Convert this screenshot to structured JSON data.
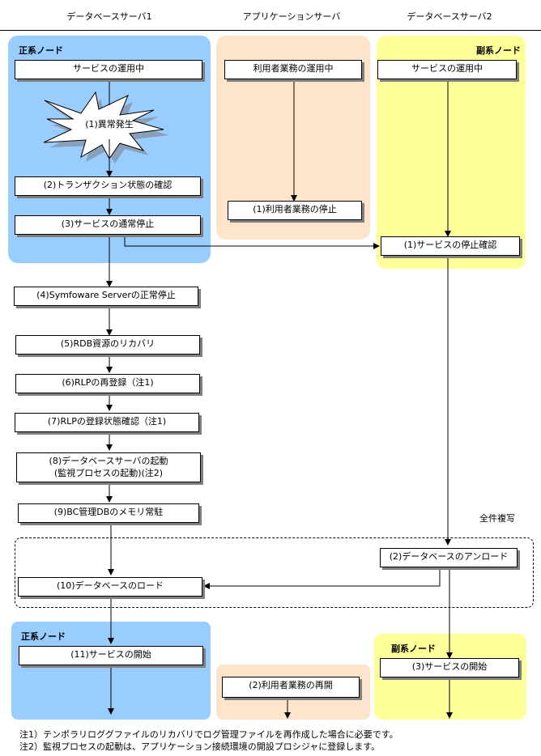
{
  "columns": {
    "db1": "データベースサーバ1",
    "app": "アプリケーションサーバ",
    "db2": "データベースサーバ2"
  },
  "panels": {
    "primary_top": "正系ノード",
    "secondary_top": "副系ノード",
    "primary_bottom": "正系ノード",
    "secondary_bottom": "副系ノード"
  },
  "db1_steps": {
    "running": "サービスの運用中",
    "s1": "(1)異常発生",
    "s2": "(2)トランザクション状態の確認",
    "s3": "(3)サービスの通常停止",
    "s4": "(4)Symfoware Serverの正常停止",
    "s5": "(5)RDB資源のリカバリ",
    "s6": "(6)RLPの再登録（注1)",
    "s7": "(7)RLPの登録状態確認（注1)",
    "s8_line1": "(8)データベースサーバの起動",
    "s8_line2": "(監視プロセスの起動)(注2)",
    "s9": "(9)BC管理DBのメモリ常駐",
    "s10": "(10)データベースのロード",
    "s11": "(11)サービスの開始"
  },
  "app_steps": {
    "running": "利用者業務の運用中",
    "s1": "(1)利用者業務の停止",
    "s2": "(2)利用者業務の再開"
  },
  "db2_steps": {
    "running": "サービスの運用中",
    "s1": "(1)サービスの停止確認",
    "s2": "(2)データベースのアンロード",
    "s3": "(3)サービスの開始"
  },
  "group_label": "全件複写",
  "notes": [
    "注1）テンポラリロググファイルのリカバリでログ管理ファイルを再作成した場合に必要です。",
    "注2）監視プロセスの起動は、アプリケーション接続環境の開設プロシジャに登録します。"
  ],
  "colors": {
    "primary_node": "#99ccff",
    "app_server": "#ffe4cc",
    "secondary_node": "#ffff99"
  }
}
